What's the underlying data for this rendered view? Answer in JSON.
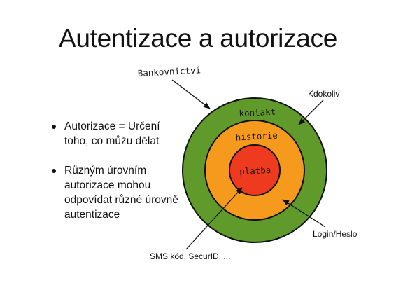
{
  "title": "Autentizace a autorizace",
  "bullets": [
    {
      "text": "Autorizace = Určení toho, co můžu dělat"
    },
    {
      "text": "Různým úrovním autorizace mohou odpovídat různé úrovně autentizace"
    }
  ],
  "diagram": {
    "rings": [
      {
        "label": "kontakt",
        "color": "#5f9a2b"
      },
      {
        "label": "historie",
        "color": "#f59a1c"
      },
      {
        "label": "platba",
        "color": "#ee3a1e"
      }
    ],
    "outline_color": "#111111",
    "callouts": {
      "bankovnictvi": "Bankovnictví",
      "kdokoliv": "Kdokoliv",
      "login": "Login/Heslo",
      "sms": "SMS kód, SecurID, ..."
    }
  }
}
